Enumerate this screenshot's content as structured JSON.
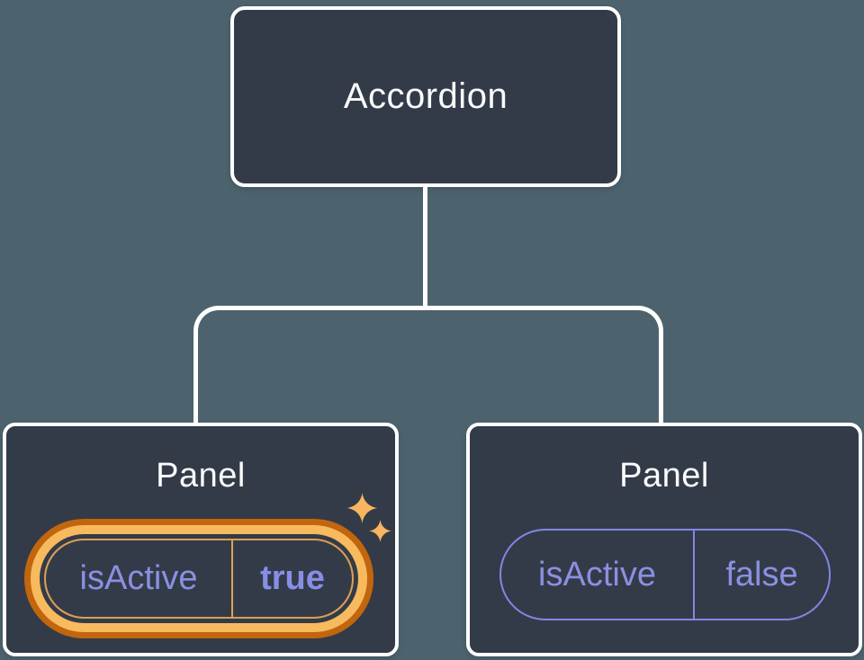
{
  "diagram": {
    "root": {
      "label": "Accordion"
    },
    "panels": [
      {
        "title": "Panel",
        "state": {
          "name": "isActive",
          "value": "true"
        },
        "highlighted": true
      },
      {
        "title": "Panel",
        "state": {
          "name": "isActive",
          "value": "false"
        },
        "highlighted": false
      }
    ]
  },
  "icons": {
    "sparkle": "✦"
  },
  "colors": {
    "background": "#4C636D",
    "node_fill": "#343B48",
    "node_border": "#FFFFFF",
    "node_text": "#FAFBFC",
    "state_purple": "#8A90E2",
    "state_purple_border": "#8087E6",
    "highlight_gold": "#F8BA5F",
    "highlight_orange": "#C2660D",
    "highlight_amber": "#D9A055",
    "sparkle_gold": "#F6B55E"
  }
}
